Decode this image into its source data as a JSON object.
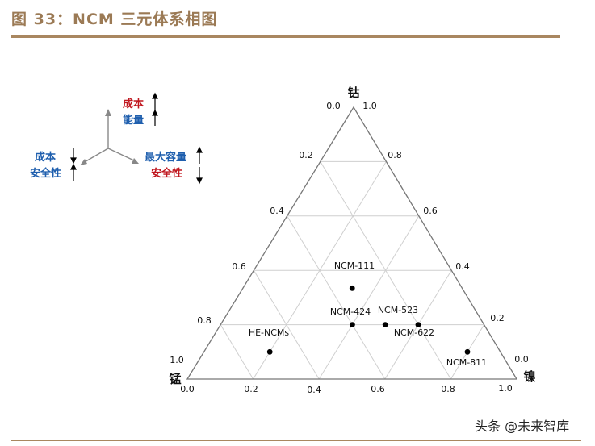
{
  "title": "图 33：NCM 三元体系相图",
  "legend": {
    "up_cost": "成本",
    "up_energy": "能量",
    "left_cost": "成本",
    "left_safety": "安全性",
    "right_capacity": "最大容量",
    "right_safety": "安全性",
    "colors": {
      "red": "#c0171f",
      "blue": "#1f5fae"
    }
  },
  "axes": {
    "top_label": "钴",
    "left_label": "锰",
    "right_label": "镍",
    "top_ticks": [
      "0.0",
      "1.0"
    ],
    "left_edge_ticks": [
      "0.2",
      "0.4",
      "0.6",
      "0.8",
      "1.0"
    ],
    "right_edge_ticks": [
      "0.8",
      "0.6",
      "0.4",
      "0.2",
      "0.0"
    ],
    "bottom_ticks": [
      "0.0",
      "0.2",
      "0.4",
      "0.6",
      "0.8",
      "1.0"
    ]
  },
  "points": [
    {
      "label": "NCM-111",
      "ni": 0.333,
      "co": 0.333,
      "mn": 0.333
    },
    {
      "label": "NCM-424",
      "ni": 0.4,
      "co": 0.2,
      "mn": 0.4
    },
    {
      "label": "NCM-523",
      "ni": 0.5,
      "co": 0.2,
      "mn": 0.3
    },
    {
      "label": "NCM-622",
      "ni": 0.6,
      "co": 0.2,
      "mn": 0.2
    },
    {
      "label": "NCM-811",
      "ni": 0.8,
      "co": 0.1,
      "mn": 0.1
    },
    {
      "label": "HE-NCMs",
      "ni": 0.2,
      "co": 0.1,
      "mn": 0.7
    }
  ],
  "watermark": "头条 @未来智库"
}
